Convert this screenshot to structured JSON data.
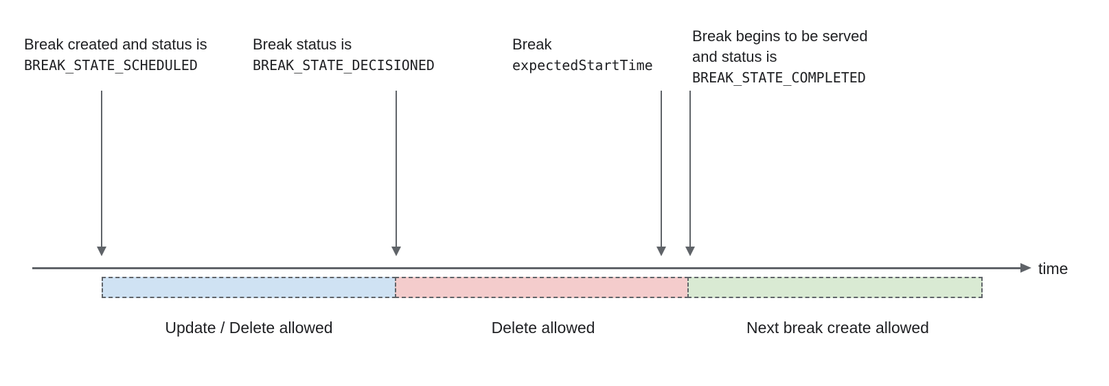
{
  "diagram": {
    "text_color": "#202124",
    "line_color": "#5f6368",
    "annotations": [
      {
        "text": "Break created and status is",
        "code": "BREAK_STATE_SCHEDULED"
      },
      {
        "text": "Break status is",
        "code": "BREAK_STATE_DECISIONED"
      },
      {
        "text": "Break",
        "code": "expectedStartTime"
      },
      {
        "text": "Break begins to be served",
        "text2": "and status is",
        "code": "BREAK_STATE_COMPLETED"
      }
    ],
    "timeline": {
      "label": "time"
    },
    "segments": [
      {
        "label": "Update / Delete allowed",
        "fill": "#cfe2f3"
      },
      {
        "label": "Delete allowed",
        "fill": "#f4cccc"
      },
      {
        "label": "Next break create allowed",
        "fill": "#d9ead3"
      }
    ]
  }
}
